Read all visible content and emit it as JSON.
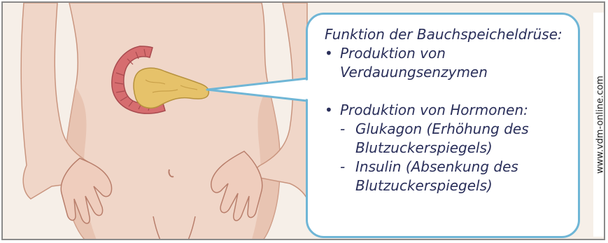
{
  "bubble": {
    "title": "Funktion der Bauchspeicheldrüse:",
    "item1_line1": "Produktion von",
    "item1_line2": "Verdauungsenzymen",
    "item2_line1": "Produktion von Hormonen:",
    "sub1_line1": "Glukagon (Erhöhung des",
    "sub1_line2": "Blutzuckerspiegels)",
    "sub2_line1": "Insulin (Absenkung des",
    "sub2_line2": "Blutzuckerspiegels)"
  },
  "credit": "www.vdm-online.com",
  "colors": {
    "skin": "#f0d6c8",
    "skin_shadow": "#e2b7a4",
    "intestine": "#d66d6f",
    "pancreas": "#e6c26a",
    "bubble_border": "#6fb6d6",
    "text": "#2a2f5a"
  }
}
